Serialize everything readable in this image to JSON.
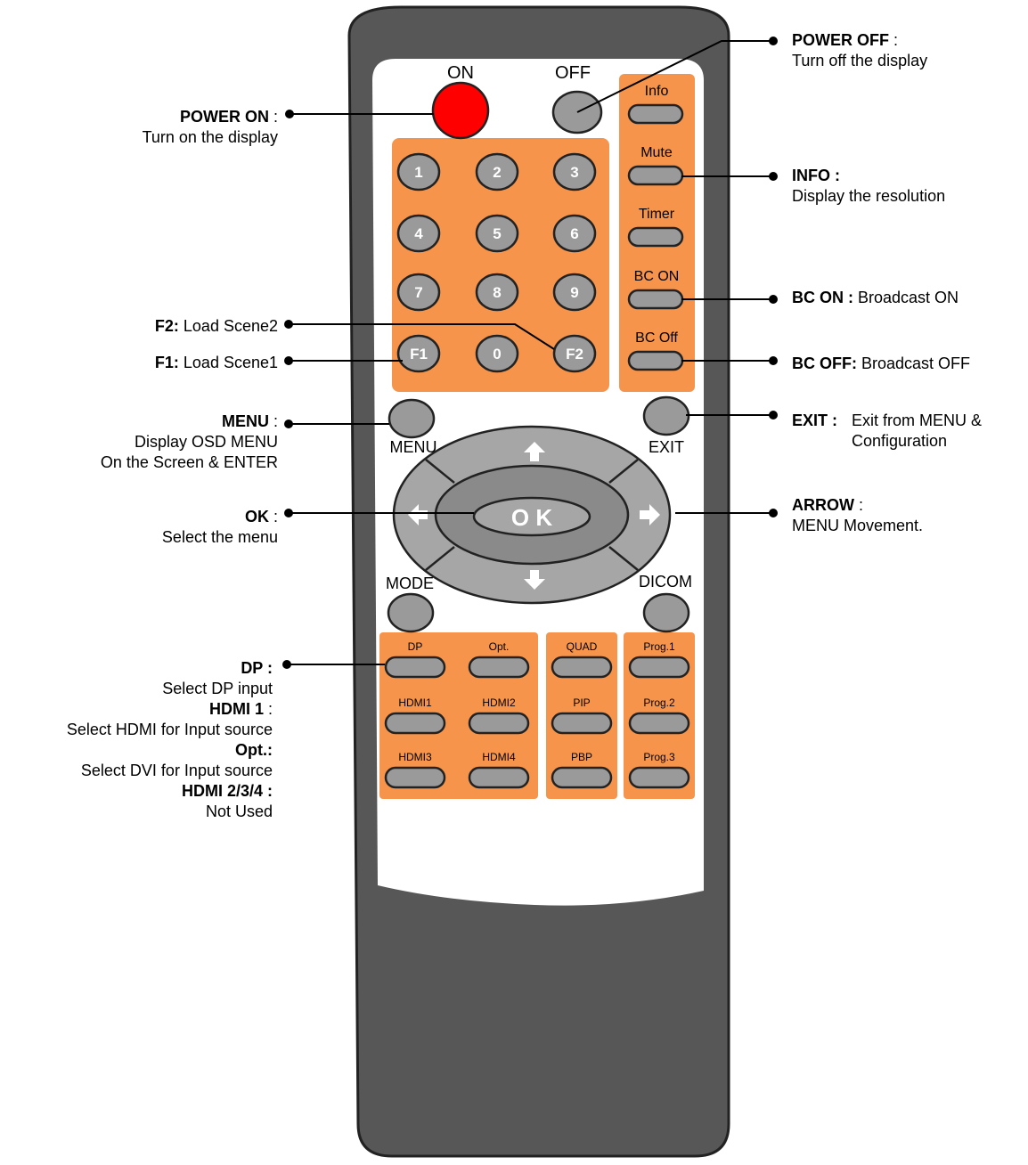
{
  "colors": {
    "body": "#575757",
    "face": "#ffffff",
    "panel": "#f5944a",
    "button": "#9a9a9a",
    "power_on": "#ff0000",
    "dpad_outer": "#a6a6a6",
    "dpad_inner": "#8a8a8a"
  },
  "remote": {
    "power": {
      "on_label": "ON",
      "off_label": "OFF"
    },
    "numpad": [
      "1",
      "2",
      "3",
      "4",
      "5",
      "6",
      "7",
      "8",
      "9",
      "F1",
      "0",
      "F2"
    ],
    "side_keys": [
      "Info",
      "Mute",
      "Timer",
      "BC ON",
      "BC Off"
    ],
    "menu_label": "MENU",
    "exit_label": "EXIT",
    "ok_label": "O K",
    "mode_label": "MODE",
    "dicom_label": "DICOM",
    "input_keys": [
      "DP",
      "Opt.",
      "HDMI1",
      "HDMI2",
      "HDMI3",
      "HDMI4"
    ],
    "layout_keys": [
      "QUAD",
      "PIP",
      "PBP"
    ],
    "prog_keys": [
      "Prog.1",
      "Prog.2",
      "Prog.3"
    ]
  },
  "callouts": {
    "power_off": {
      "title": "POWER OFF",
      "sep": " :",
      "desc": "Turn off the display"
    },
    "power_on": {
      "title": "POWER ON",
      "sep": " :",
      "desc": "Turn on the display"
    },
    "info": {
      "title": "INFO :",
      "desc": "Display the resolution"
    },
    "bc_on": {
      "title": "BC ON :",
      "desc": " Broadcast ON"
    },
    "f2": {
      "title": "F2:",
      "desc": " Load Scene2"
    },
    "f1": {
      "title": "F1:",
      "desc": " Load Scene1"
    },
    "bc_off": {
      "title": "BC OFF:",
      "desc": " Broadcast OFF"
    },
    "menu": {
      "title": "MENU",
      "sep": " :",
      "desc1": "Display OSD MENU",
      "desc2": "On the Screen & ENTER"
    },
    "exit": {
      "title": "EXIT :",
      "desc1": "Exit from MENU &",
      "desc2": "Configuration"
    },
    "ok": {
      "title": "OK",
      "sep": " :",
      "desc": "Select the menu"
    },
    "arrow": {
      "title": "ARROW",
      "sep": " :",
      "desc": "MENU Movement."
    },
    "inputs": {
      "dp_title": "DP :",
      "dp_desc": "Select DP input",
      "hdmi1_title": "HDMI 1",
      "hdmi1_sep": " :",
      "hdmi1_desc": "Select HDMI  for Input source",
      "opt_title": "Opt.:",
      "opt_desc": "Select DVI  for Input source",
      "hdmi234_title": "HDMI 2/3/4 :",
      "hdmi234_desc": "Not Used"
    }
  }
}
